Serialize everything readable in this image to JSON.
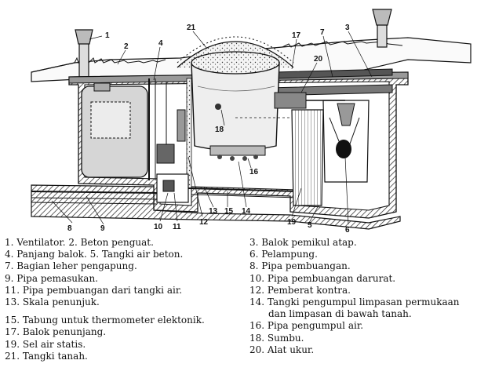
{
  "callouts": [
    "1",
    "2",
    "3",
    "4",
    "5",
    "6",
    "7",
    "8",
    "9",
    "10",
    "11",
    "12",
    "13",
    "14",
    "15",
    "16",
    "17",
    "18",
    "19",
    "20",
    "21"
  ],
  "legend_left": [
    {
      "kind": "item",
      "text": "1.  Ventilator.        2.  Beton penguat."
    },
    {
      "kind": "item",
      "text": "4.  Panjang balok.     5.  Tangki air beton."
    },
    {
      "kind": "item",
      "text": "7.  Bagian leher pengapung."
    },
    {
      "kind": "item",
      "text": "9.  Pipa pemasukan."
    },
    {
      "kind": "item",
      "text": "11. Pipa pembuangan dari tangki air."
    },
    {
      "kind": "item",
      "text": "13. Skala penunjuk."
    },
    {
      "kind": "gap",
      "text": ""
    },
    {
      "kind": "item",
      "text": "15. Tabung untuk thermometer elektonik."
    },
    {
      "kind": "item",
      "text": "17. Balok penunjang."
    },
    {
      "kind": "item",
      "text": "19. Sel air statis."
    },
    {
      "kind": "item",
      "text": "21. Tangki tanah."
    }
  ],
  "legend_right": [
    {
      "kind": "item",
      "text": "3.  Balok pemikul atap."
    },
    {
      "kind": "item",
      "text": "6.  Pelampung."
    },
    {
      "kind": "item",
      "text": "8.  Pipa pembuangan."
    },
    {
      "kind": "item",
      "text": "10. Pipa pembuangan darurat."
    },
    {
      "kind": "item",
      "text": "12. Pemberat kontra."
    },
    {
      "kind": "item",
      "text": "14. Tangki pengumpul limpasan permukaan"
    },
    {
      "kind": "cont",
      "text": "dan limpasan di bawah tanah."
    },
    {
      "kind": "item",
      "text": "16. Pipa pengumpul air."
    },
    {
      "kind": "item",
      "text": "18. Sumbu."
    },
    {
      "kind": "item",
      "text": "20. Alat ukur."
    }
  ]
}
